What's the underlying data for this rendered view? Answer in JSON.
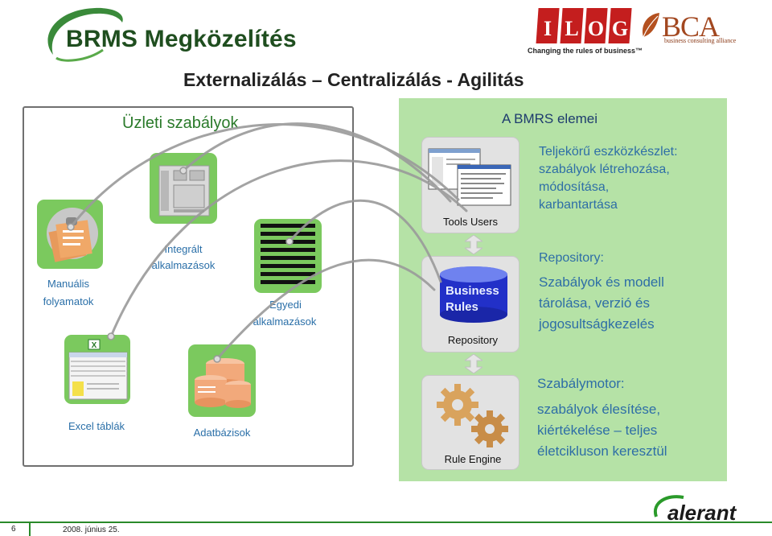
{
  "header": {
    "title": "BRMS Megközelítés",
    "subtitle": "Externalizálás – Centralizálás - Agilitás"
  },
  "logos": {
    "ilog_letters": [
      "I",
      "L",
      "O",
      "G"
    ],
    "ilog_tagline": "Changing the rules of business™",
    "bca_text": "BCA",
    "bca_tagline": "business consulting alliance",
    "alerant": "alerant"
  },
  "left_panel": {
    "title": "Üzleti szabályok",
    "items": [
      {
        "label_lines": [
          "Manuális",
          "folyamatok"
        ]
      },
      {
        "label_lines": [
          "Integrált",
          "alkalmazások"
        ]
      },
      {
        "label_lines": [
          "Egyedi",
          "alkalmazások"
        ]
      },
      {
        "label_lines": [
          "Excel táblák"
        ]
      },
      {
        "label_lines": [
          "Adatbázisok"
        ]
      }
    ]
  },
  "right_panel": {
    "title": "A BMRS elemei",
    "components": [
      {
        "label": "Tools Users",
        "desc_lines": [
          "Teljekörű eszközkészlet:",
          "szabályok létrehozása,",
          "módosítása,",
          "karbantartása"
        ]
      },
      {
        "label": "Repository",
        "inner_lines": [
          "Business",
          "Rules"
        ],
        "desc_lines": [
          "Repository:",
          "Szabályok és modell",
          "tárolása, verzió és",
          "jogosultságkezelés"
        ]
      },
      {
        "label": "Rule Engine",
        "desc_lines": [
          "Szabálymotor:",
          "szabályok élesítése,",
          "kiértékelése – teljes",
          "életcikluson keresztül"
        ]
      }
    ]
  },
  "colors": {
    "tile_green": "#7bc95e",
    "panel_green": "#b5e2a6",
    "text_blue": "#2e6ea6",
    "title_green": "#1f4e1f"
  },
  "footer": {
    "page": "6",
    "date": "2008. június 25."
  }
}
